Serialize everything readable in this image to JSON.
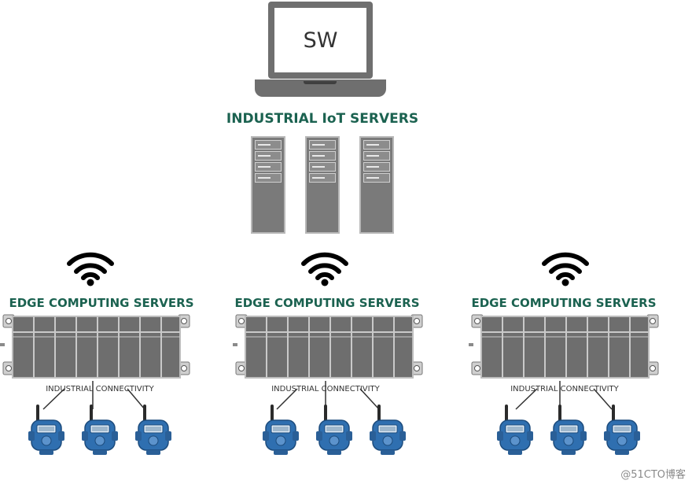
{
  "laptop": {
    "label": "SW",
    "icon": "laptop-icon"
  },
  "iot_servers": {
    "title": "INDUSTRIAL IoT SERVERS",
    "count": 3,
    "icon": "server-tower-icon"
  },
  "edge_groups": [
    {
      "title": "EDGE COMPUTING SERVERS",
      "connectivity_label": "INDUSTRIAL CONNECTIVITY"
    },
    {
      "title": "EDGE COMPUTING SERVERS",
      "connectivity_label": "INDUSTRIAL CONNECTIVITY"
    },
    {
      "title": "EDGE COMPUTING SERVERS",
      "connectivity_label": "INDUSTRIAL CONNECTIVITY"
    }
  ],
  "icons": {
    "wifi": "wifi-icon",
    "rack": "edge-server-rack-icon",
    "device": "wireless-sensor-transmitter-icon"
  },
  "colors": {
    "title_green": "#1b6250",
    "device_blue": "#2f6fb0",
    "hardware_gray": "#6f6f6f"
  },
  "watermark": "@51CTO博客"
}
